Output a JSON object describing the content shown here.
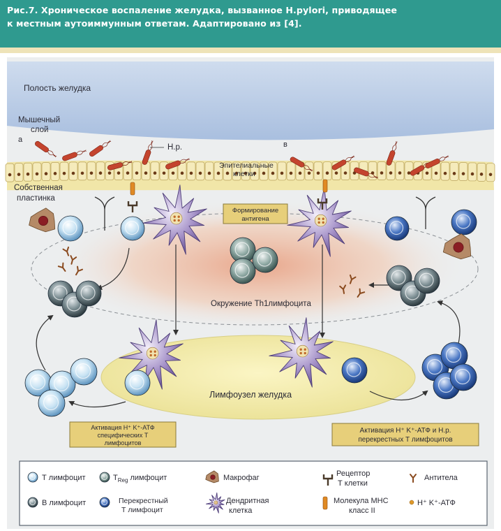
{
  "caption": {
    "line1": "Рис.7. Хроническое воспаление желудка, вызванное H.pylori, приводящее",
    "line2": "к местным аутоиммунным ответам. Адаптировано из [4]."
  },
  "diagram": {
    "stomach_lumen": "Полость желудка",
    "muscle_layer_1": "Мышечный",
    "muscle_layer_2": "слой",
    "panel_a": "а",
    "panel_b": "в",
    "hp_label": "H.p.",
    "epithelial_1": "Эпителиальные",
    "epithelial_2": "клетки",
    "lamina_1": "Собственная",
    "lamina_2": "пластинка",
    "antigen_box_1": "Формирование",
    "antigen_box_2": "антигена",
    "th1_environment": "Окружение Th1лимфоцита",
    "lymph_node": "Лимфоузел желудка",
    "left_box_1": "Активация H⁺ K⁺-АТФ",
    "left_box_2": "специфических Т",
    "left_box_3": "лимфоцитов",
    "right_box_1": "Активация H⁺ K⁺-АТФ и H.p.",
    "right_box_2": "перекрестных Т лимфоцитов"
  },
  "legend": {
    "t_lymph": "Т лимфоцит",
    "treg_main": "T",
    "treg_sub": "Reg",
    "treg_rest": " лимфоцит",
    "macrophage": "Макрофаг",
    "tcr_1": "Рецептор",
    "tcr_2": "Т клетки",
    "antibody": "Антитела",
    "b_lymph": "В лимфоцит",
    "cross_1": "Перекрестный",
    "cross_2": "Т лимфоцит",
    "dendritic_1": "Дендритная",
    "dendritic_2": "клетка",
    "mhc_1": "Молекула МНС",
    "mhc_2": "класс II",
    "atpase": "H⁺ K⁺-АТФ"
  },
  "colors": {
    "header": "#2f9a8f",
    "lumen": "#b9cce6",
    "t_cell": "#9ecbe8",
    "treg_cell": "#5f7f7a",
    "b_cell": "#4e6166",
    "cross_cell": "#2f5ca8",
    "dendritic": "#9480b8",
    "macrophage": "#9a6f4e",
    "node": "#f6efb6",
    "label_box": "#e7cf7a"
  }
}
